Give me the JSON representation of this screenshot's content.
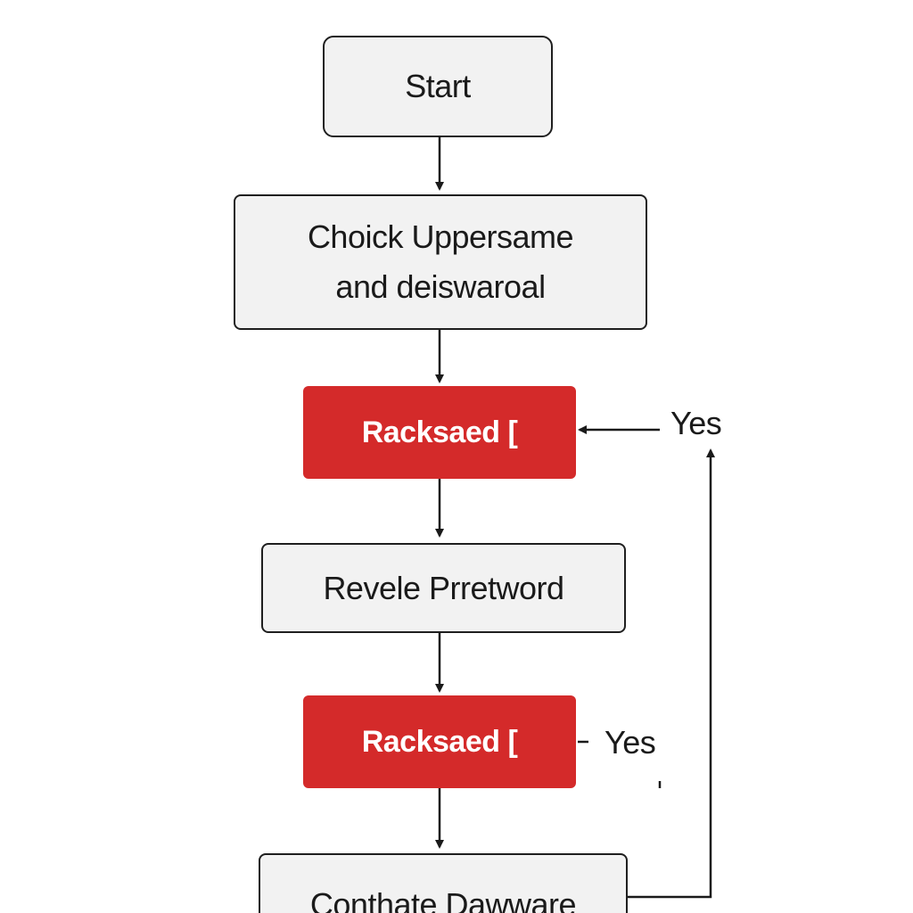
{
  "colors": {
    "background": "#ffffff",
    "process_fill": "#f2f2f2",
    "process_border": "#1f1f1f",
    "decision_fill": "#d42a2a",
    "decision_text": "#ffffff",
    "line": "#1a1a1a"
  },
  "nodes": {
    "start": {
      "label": "Start",
      "shape": "rounded-rect"
    },
    "check": {
      "label": "Choick Uppersame\nand deiswaroal",
      "shape": "rect"
    },
    "decision1": {
      "label": "Racksaed [",
      "shape": "decision"
    },
    "reveal": {
      "label": "Revele Prretword",
      "shape": "rect"
    },
    "decision2": {
      "label": "Racksaed [",
      "shape": "decision"
    },
    "final": {
      "label": "Conthate Dawware",
      "shape": "rect"
    }
  },
  "edges": [
    {
      "from": "start",
      "to": "check",
      "label": ""
    },
    {
      "from": "check",
      "to": "decision1",
      "label": ""
    },
    {
      "from": "decision1",
      "to": "reveal",
      "label": ""
    },
    {
      "from": "reveal",
      "to": "decision2",
      "label": ""
    },
    {
      "from": "decision2",
      "to": "final",
      "label": ""
    },
    {
      "from": "final",
      "to": "decision1",
      "label": "Yes"
    },
    {
      "from": "decision2",
      "to": "",
      "label": "Yes"
    }
  ],
  "edge_labels": {
    "yes_top": "Yes",
    "yes_bottom": "Yes"
  }
}
